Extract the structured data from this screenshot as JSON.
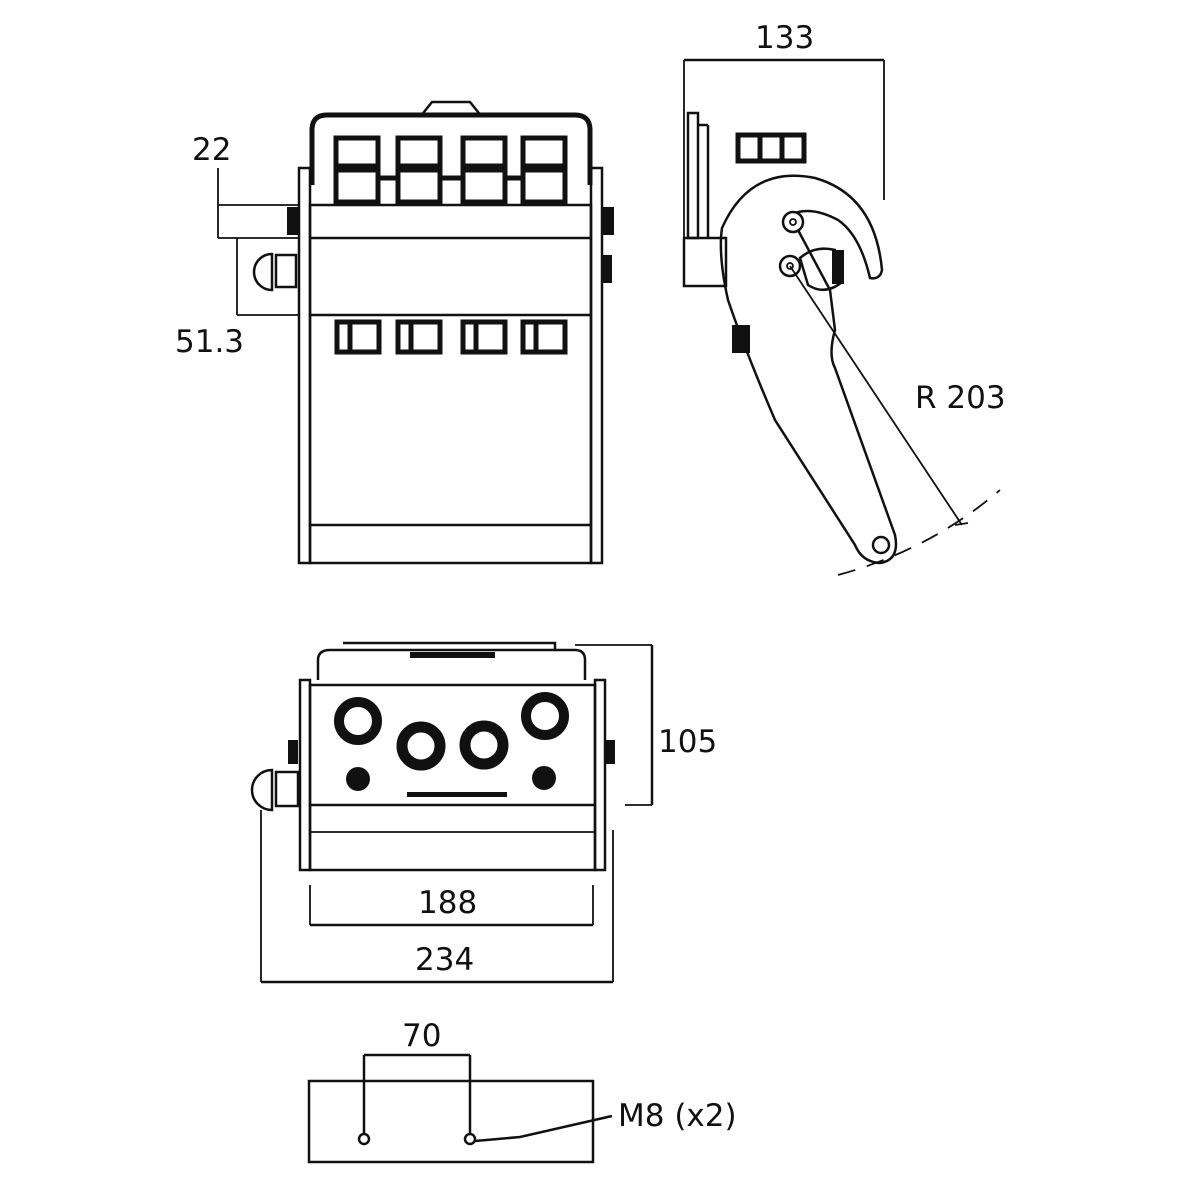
{
  "drawing": {
    "title": "Mounting bracket dimensional drawing",
    "views": [
      "front-view",
      "side-view",
      "top-view",
      "base-plate-view"
    ],
    "dimensions": {
      "front_view": {
        "top_offset": "22",
        "bolt_offset": "51.3"
      },
      "side_view": {
        "depth": "133",
        "lever_radius": "R 203"
      },
      "top_view": {
        "height": "105",
        "inner_width": "188",
        "overall_width": "234"
      },
      "base_plate": {
        "hole_spacing": "70",
        "hole_callout": "M8 (x2)"
      }
    },
    "colors": {
      "line": "#111111",
      "background": "#ffffff"
    }
  }
}
